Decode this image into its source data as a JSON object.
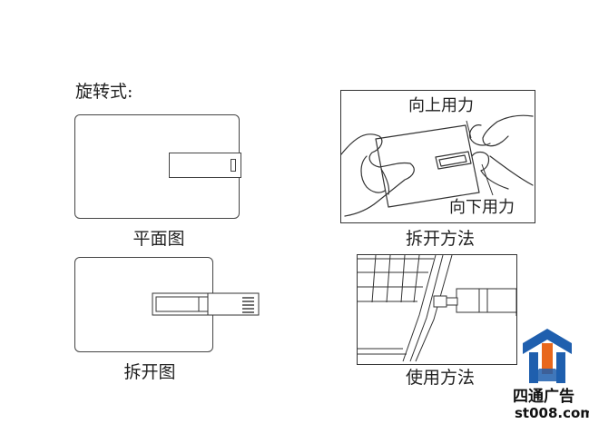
{
  "heading": "旋转式:",
  "captions": {
    "plan_view": "平面图",
    "open_method": "拆开方法",
    "opened_view": "拆开图",
    "usage_method": "使用方法"
  },
  "annotations": {
    "up_force": "向上用力",
    "down_force": "向下用力"
  },
  "watermark": {
    "name": "四通广告",
    "site": "st008.com",
    "colors": {
      "blue": "#1f5fae",
      "orange": "#e8671c"
    }
  }
}
